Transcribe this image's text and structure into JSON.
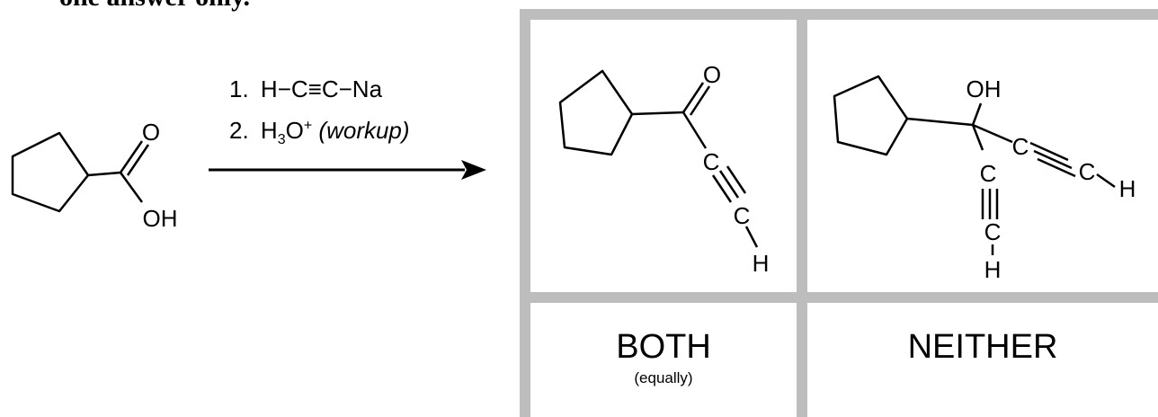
{
  "header": {
    "text": "one answer only."
  },
  "reaction": {
    "reagent_1": {
      "number": "1.",
      "formula": "H−C≡C−Na"
    },
    "reagent_2": {
      "number": "2.",
      "prefix": "H",
      "sub": "3",
      "mid": "O",
      "sup": "+",
      "note": "(workup)"
    }
  },
  "molecules": {
    "start_O": "O",
    "start_OH": "OH",
    "opt1_O": "O",
    "opt1_C1": "C",
    "opt1_C2": "C",
    "opt1_H": "H",
    "opt2_OH": "OH",
    "opt2_C1": "C",
    "opt2_C2": "C",
    "opt2_H1": "H",
    "opt2_C3": "C",
    "opt2_C4": "C",
    "opt2_H2": "H"
  },
  "options": {
    "both": {
      "label": "BOTH",
      "sub": "(equally)"
    },
    "neither": {
      "label": "NEITHER"
    }
  },
  "colors": {
    "grid_border": "#bdbdbd",
    "ink": "#000000"
  }
}
